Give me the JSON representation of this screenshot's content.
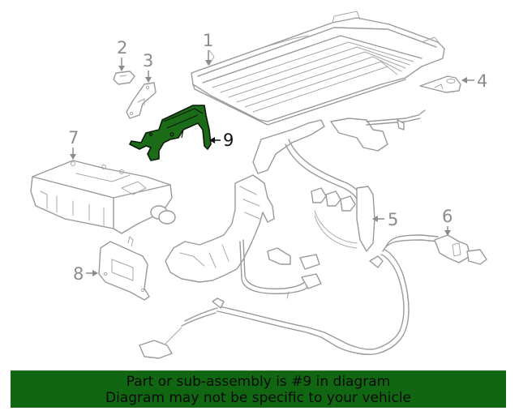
{
  "diagram": {
    "title": "Parts diagram",
    "highlighted_callout": "9",
    "colors": {
      "line_art": "#9a9a9a",
      "callout_text": "#8c8c8c",
      "highlight_fill": "#1c6b18",
      "highlight_outline": "#0c1a0a",
      "active_callout": "#111111",
      "banner_bg": "#116611",
      "banner_text": "#0a0a0a"
    },
    "callouts": [
      {
        "id": "1",
        "label": "1",
        "part": "battery-tray-frame"
      },
      {
        "id": "2",
        "label": "2",
        "part": "small-bracket"
      },
      {
        "id": "3",
        "label": "3",
        "part": "mounting-strap-bracket"
      },
      {
        "id": "4",
        "label": "4",
        "part": "triangular-plate"
      },
      {
        "id": "5",
        "label": "5",
        "part": "wiring-harness-with-connectors"
      },
      {
        "id": "6",
        "label": "6",
        "part": "harness-connector-end"
      },
      {
        "id": "7",
        "label": "7",
        "part": "power-module-housing"
      },
      {
        "id": "8",
        "label": "8",
        "part": "module-bracket"
      },
      {
        "id": "9",
        "label": "9",
        "part": "harness-bracket-highlighted"
      }
    ]
  },
  "banner": {
    "line1": "Part or sub-assembly is #9 in diagram",
    "line2": "Diagram may not be specific to your vehicle"
  }
}
